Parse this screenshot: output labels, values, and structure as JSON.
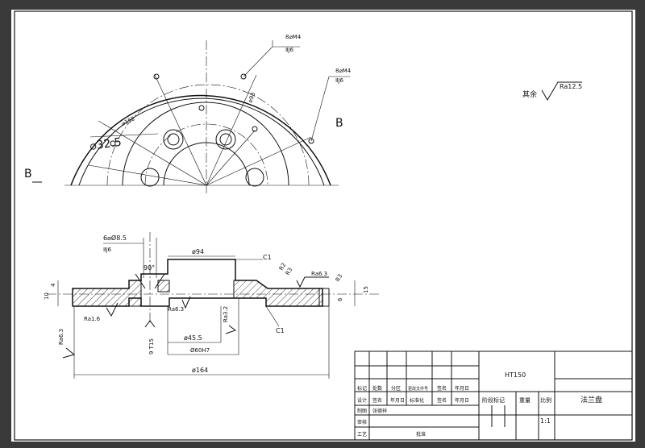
{
  "colors": {
    "frame_bg": "#3a3a3a",
    "paper": "#ffffff",
    "ink": "#111111"
  },
  "top_view": {
    "dims": {
      "holes_outer": "8⌀M4",
      "holes_outer_depth": "ⅡJ6",
      "holes_mid": "8⌀M4",
      "holes_mid_depth": "ⅡJ6",
      "d98": "⌀98",
      "d152": "⌀152",
      "d325": "⌀32.5"
    },
    "section_letter": "B"
  },
  "roughness_note": {
    "prefix": "其余",
    "value": "Ra12.5"
  },
  "section_view": {
    "dims": {
      "holes": "6⌀Ø8.5",
      "holes_depth": "ⅡJ6",
      "d94": "ø94",
      "c1_top": "C1",
      "chamfer_r": "R2",
      "r3": "R3",
      "ra63_top": "Ra6.3",
      "angle90": "90°",
      "dim4": "4",
      "dim10": "10",
      "dim15": "15",
      "dim6": "6",
      "ra16": "Ra1.6",
      "ra63_mid": "Ra6.3",
      "ra32": "Ra3.2",
      "ra63_left": "Ra6.3",
      "d455": "ø45.5",
      "d60h7": "Ø60H7",
      "t15": "9 T15",
      "c1_bottom": "C1",
      "d164": "ø164"
    }
  },
  "title_block": {
    "material": "HT150",
    "part_name": "法兰盘",
    "row1": [
      "标记",
      "处数",
      "分区",
      "更改文件号",
      "签名",
      "年月日"
    ],
    "row2": [
      "设计",
      "签名",
      "年月日",
      "标准化",
      "签名",
      "年月日"
    ],
    "row3": [
      "制图",
      "张德祥"
    ],
    "row4": [
      "审核"
    ],
    "row5": [
      "工艺",
      "批准"
    ],
    "stage_label": "阶段标记",
    "weight_label": "重量",
    "scale_label": "比例",
    "scale_value": "1:1"
  }
}
